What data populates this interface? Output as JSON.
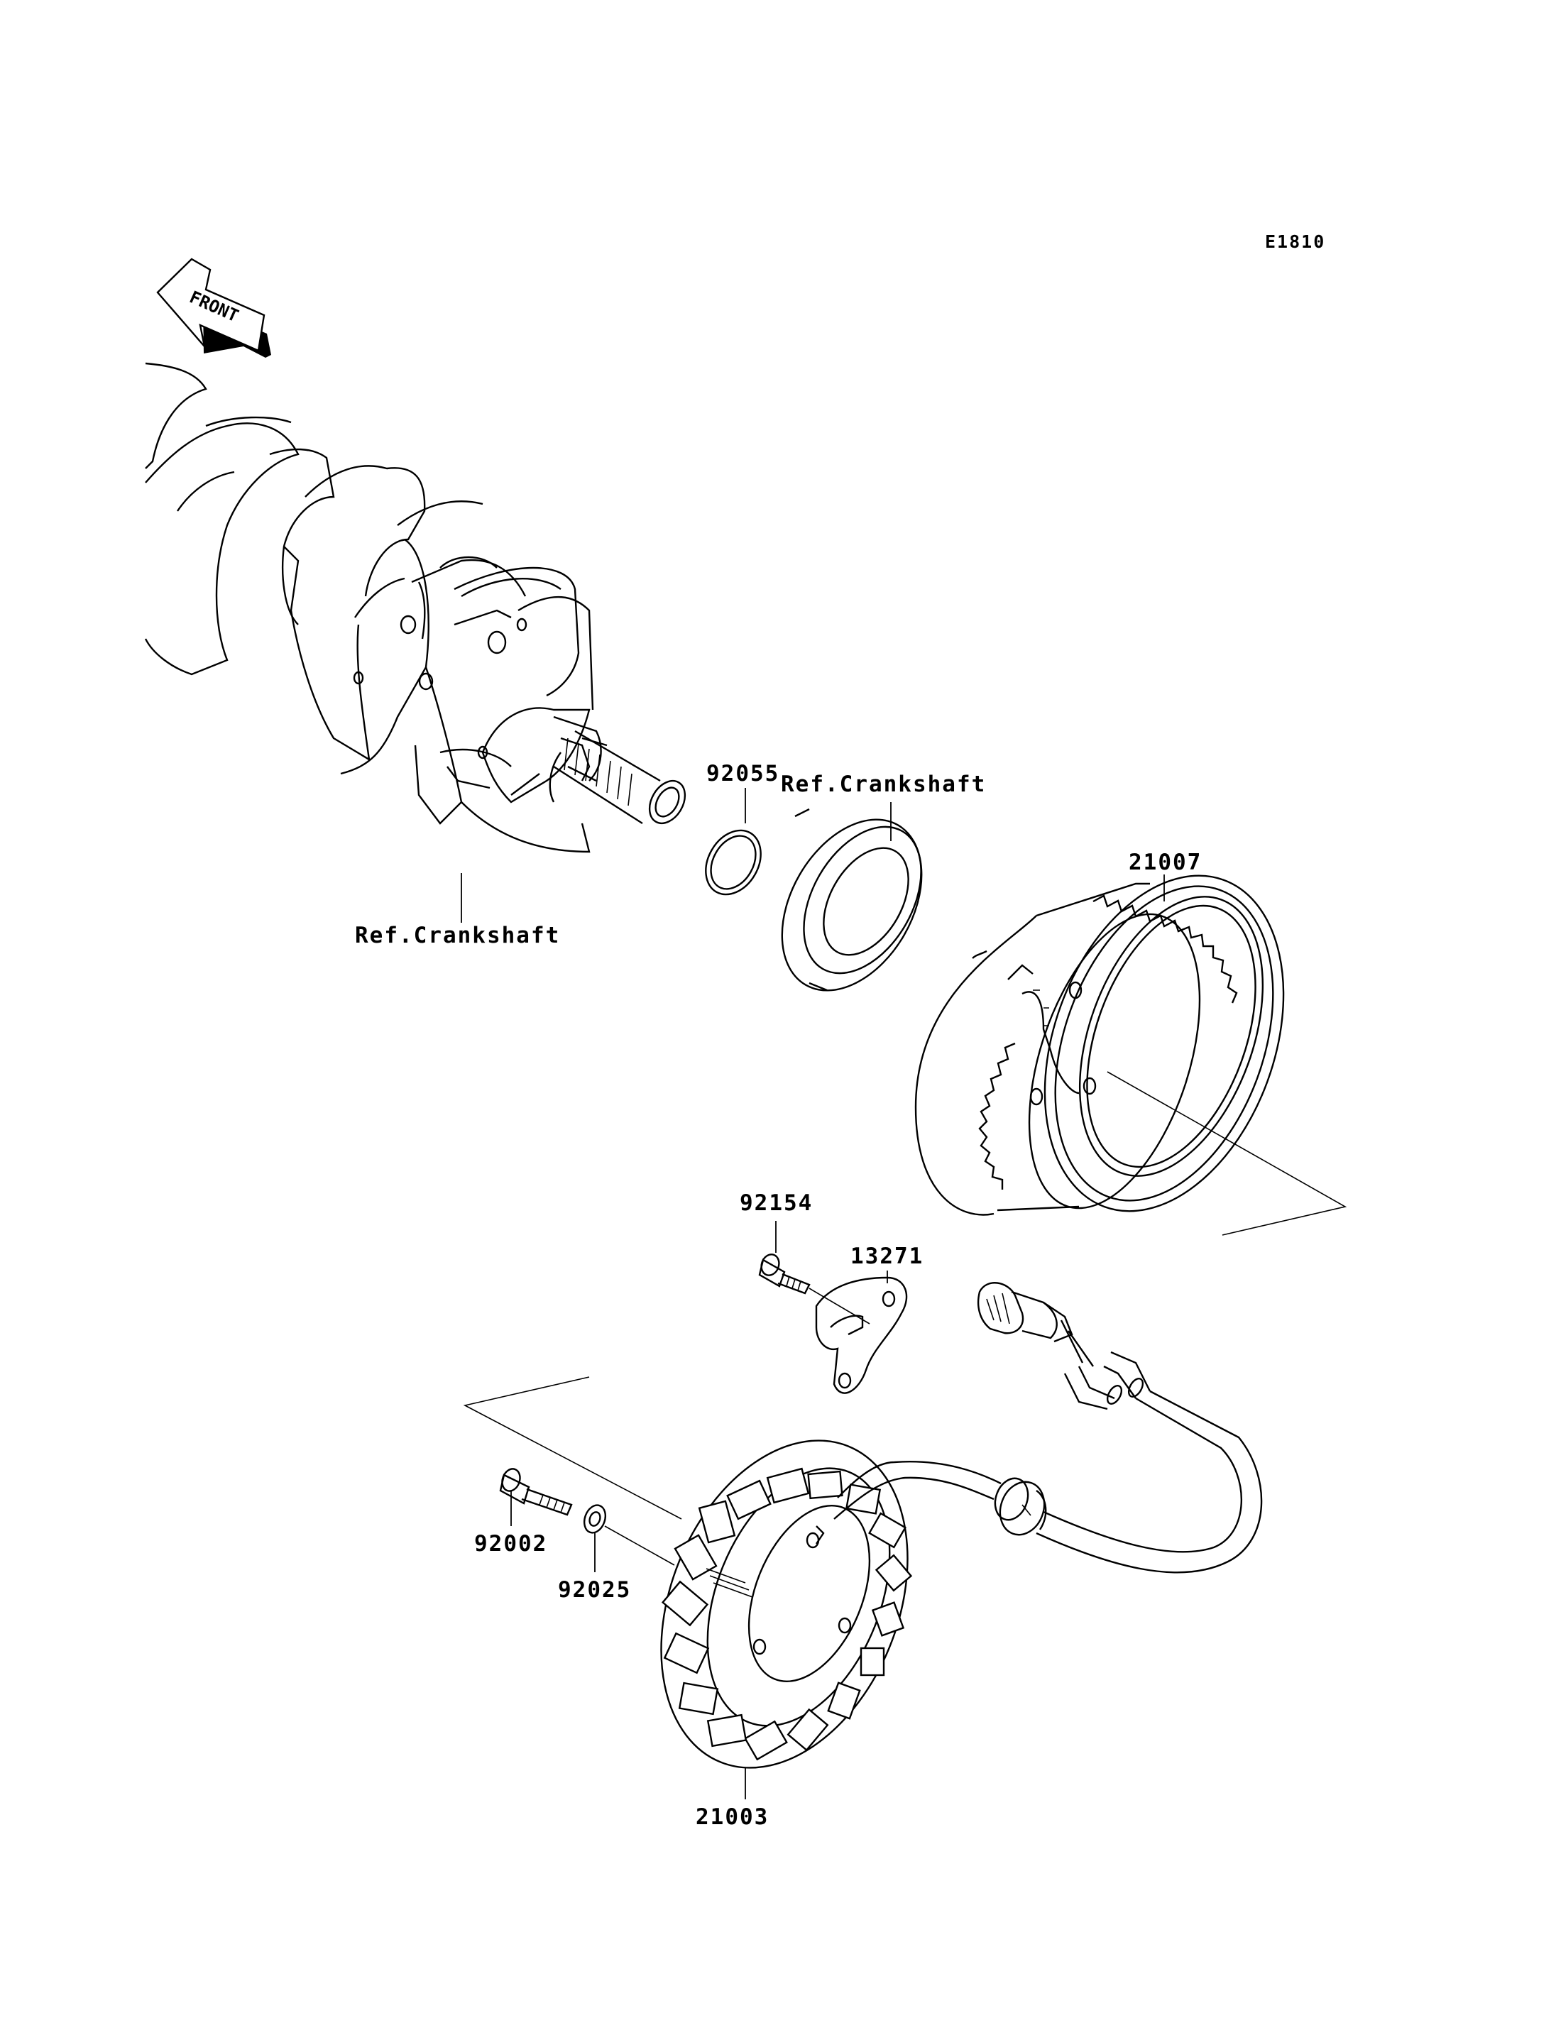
{
  "page_code": "E1810",
  "front_marker": "FRONT",
  "labels": {
    "crankshaft_ref_1": "Ref.Crankshaft",
    "crankshaft_ref_2": "Ref.Crankshaft",
    "p92055": "92055",
    "p21007": "21007",
    "p92154": "92154",
    "p13271": "13271",
    "p92002": "92002",
    "p92025": "92025",
    "p21003": "21003"
  }
}
